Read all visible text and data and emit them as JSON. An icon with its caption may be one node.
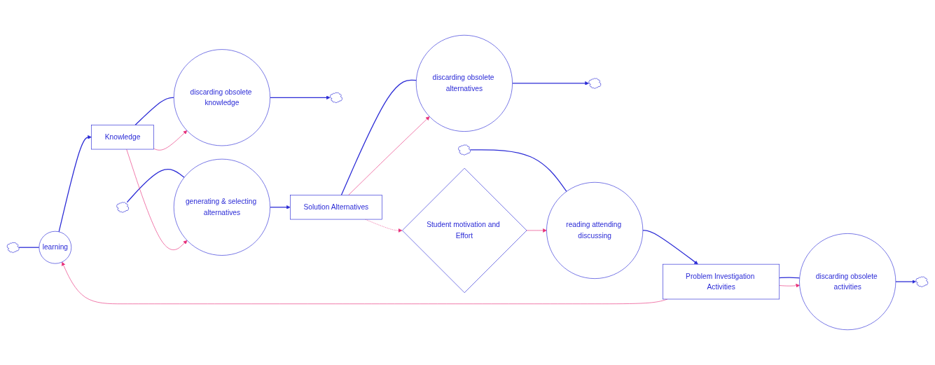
{
  "diagram": {
    "nodes": [
      {
        "text": [],
        "shape": "cloud"
      },
      {
        "text": [
          "learning"
        ]
      },
      {
        "text": [
          "Knowledge"
        ]
      },
      {
        "text": [
          "discarding obsolete knowledge"
        ]
      },
      {
        "text": [],
        "shape": "cloud"
      },
      {
        "text": [],
        "shape": "cloud"
      },
      {
        "text": [
          "generating & selecting alternatives"
        ]
      },
      {
        "text": [
          "Solution Alternatives"
        ]
      },
      {
        "text": [
          "discarding obsolete alternatives"
        ]
      },
      {
        "text": [],
        "shape": "cloud"
      },
      {
        "text": [],
        "shape": "cloud"
      },
      {
        "text": [
          "reading attending discussing"
        ]
      },
      {
        "text": [
          "Problem Investigation Activities"
        ]
      },
      {
        "text": [
          "discarding obsolete activities"
        ]
      },
      {
        "text": [],
        "shape": "cloud"
      },
      {
        "text": [
          "Student motivation and Effort"
        ]
      }
    ],
    "edges": [
      {
        "from": 0,
        "to": 1,
        "arrow": "none"
      },
      {
        "from": 1,
        "to": 2,
        "arrow": "to"
      },
      {
        "from": 2,
        "to": 3,
        "arrow": "none"
      },
      {
        "from": 3,
        "to": 4,
        "arrow": "to"
      },
      {
        "from": 5,
        "to": 6,
        "arrow": "none"
      },
      {
        "from": 6,
        "to": 7,
        "arrow": "to"
      },
      {
        "from": 7,
        "to": 8,
        "arrow": "none"
      },
      {
        "from": 8,
        "to": 9,
        "arrow": "to"
      },
      {
        "from": 10,
        "to": 11,
        "arrow": "none"
      },
      {
        "from": 11,
        "to": 12,
        "arrow": "to"
      },
      {
        "from": 12,
        "to": 13,
        "arrow": "none"
      },
      {
        "from": 13,
        "to": 14,
        "arrow": "to"
      },
      {
        "from": 2,
        "to": 6,
        "arrow": "to",
        "color": "#e8307a"
      },
      {
        "from": 2,
        "to": 3,
        "arrow": "to",
        "color": "#e8307a"
      },
      {
        "from": 7,
        "to": 8,
        "arrow": "to",
        "color": "#e8307a"
      },
      {
        "from": 7,
        "to": 15,
        "arrow": "to",
        "style": "dashed",
        "color": "#e8307a"
      },
      {
        "from": 12,
        "to": 1,
        "arrow": "to",
        "color": "#e8307a"
      },
      {
        "from": 12,
        "to": 13,
        "arrow": "to",
        "color": "#e8307a"
      },
      {
        "from": 15,
        "to": 11,
        "arrow": "to",
        "color": "#e8307a"
      }
    ]
  }
}
